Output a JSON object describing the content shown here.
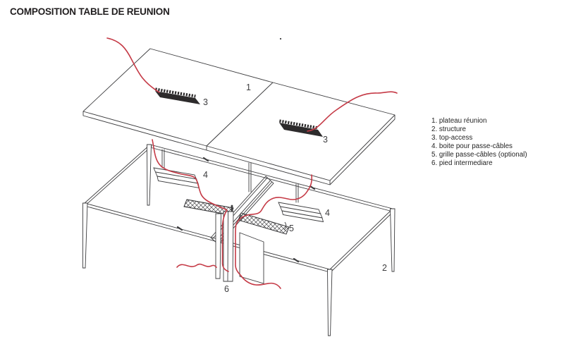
{
  "title": "COMPOSITION TABLE DE REUNION",
  "legend": {
    "items": [
      "1. plateau réunion",
      "2. structure",
      "3. top-access",
      "4. boite pour passe-câbles",
      "5. grille passe-câbles (optional)",
      "6. pied intermediare"
    ]
  },
  "diagram": {
    "callouts": [
      {
        "part": "plateau",
        "text": "1"
      },
      {
        "part": "top-access-left",
        "text": "3"
      },
      {
        "part": "top-access-right",
        "text": "3"
      },
      {
        "part": "boite-left",
        "text": "4"
      },
      {
        "part": "boite-right",
        "text": "4"
      },
      {
        "part": "grille",
        "text": "5"
      },
      {
        "part": "structure",
        "text": "2"
      },
      {
        "part": "pied-intermediare",
        "text": "6"
      }
    ],
    "colors": {
      "line": "#3d3d3f",
      "cable": "#c53a46",
      "top_access": "#2d2b2c"
    }
  }
}
